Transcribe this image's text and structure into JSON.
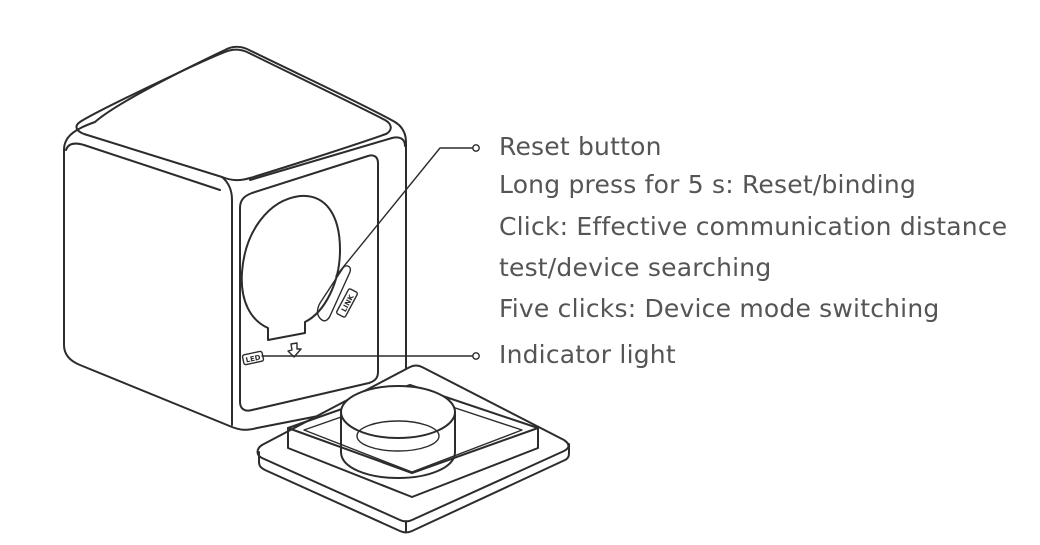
{
  "callouts": {
    "reset_title": "Reset button",
    "reset_line_1": "Long press for 5 s: Reset/binding",
    "reset_line_2": "Click: Effective communication distance",
    "reset_line_3": "test/device searching",
    "reset_line_4": "Five clicks: Device mode switching",
    "indicator": "Indicator light"
  },
  "device_labels": {
    "button_marking": "LINK",
    "light_marking": "LED"
  },
  "colors": {
    "line": "#2c2c2c",
    "text": "#555555",
    "background": "#ffffff"
  }
}
